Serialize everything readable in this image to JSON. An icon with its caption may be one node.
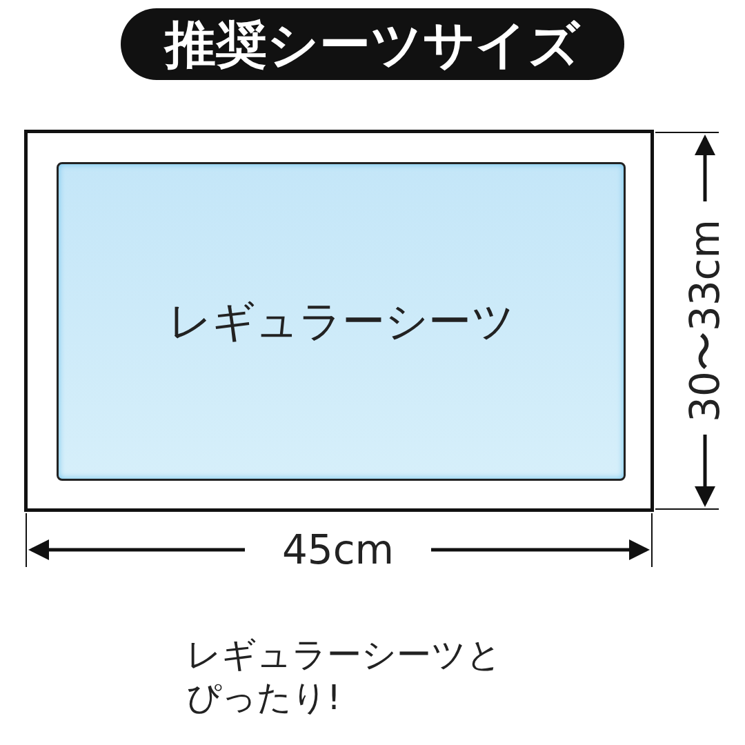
{
  "diagram": {
    "title": "推奨シーツサイズ",
    "nodes": [
      {
        "text": [],
        "shape": "box"
      },
      {
        "text": [
          "レギュラーシーツ"
        ],
        "in": 0
      }
    ],
    "labels": [
      "45cm",
      "30〜33cm",
      "レギュラーシーツとぴったり!"
    ]
  }
}
